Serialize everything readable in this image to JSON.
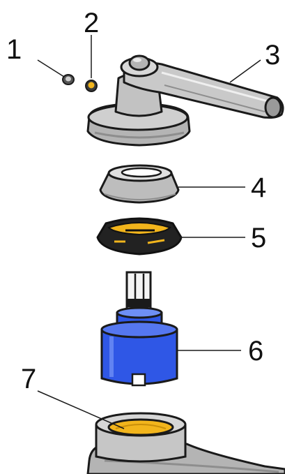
{
  "diagram": {
    "callouts": [
      {
        "id": "1",
        "label": "1"
      },
      {
        "id": "2",
        "label": "2"
      },
      {
        "id": "3",
        "label": "3"
      },
      {
        "id": "4",
        "label": "4"
      },
      {
        "id": "5",
        "label": "5"
      },
      {
        "id": "6",
        "label": "6"
      },
      {
        "id": "7",
        "label": "7"
      }
    ],
    "colors": {
      "outline": "#1a1a1a",
      "metal_light": "#cfcfcf",
      "metal_mid": "#b4b4b4",
      "metal_dark": "#8e8e8e",
      "nut_black": "#222222",
      "brass_yellow": "#f2b51c",
      "cartridge_blue": "#2f57e6",
      "cartridge_blue_light": "#6e8ff5",
      "stem_white": "#f4f4f4"
    }
  }
}
